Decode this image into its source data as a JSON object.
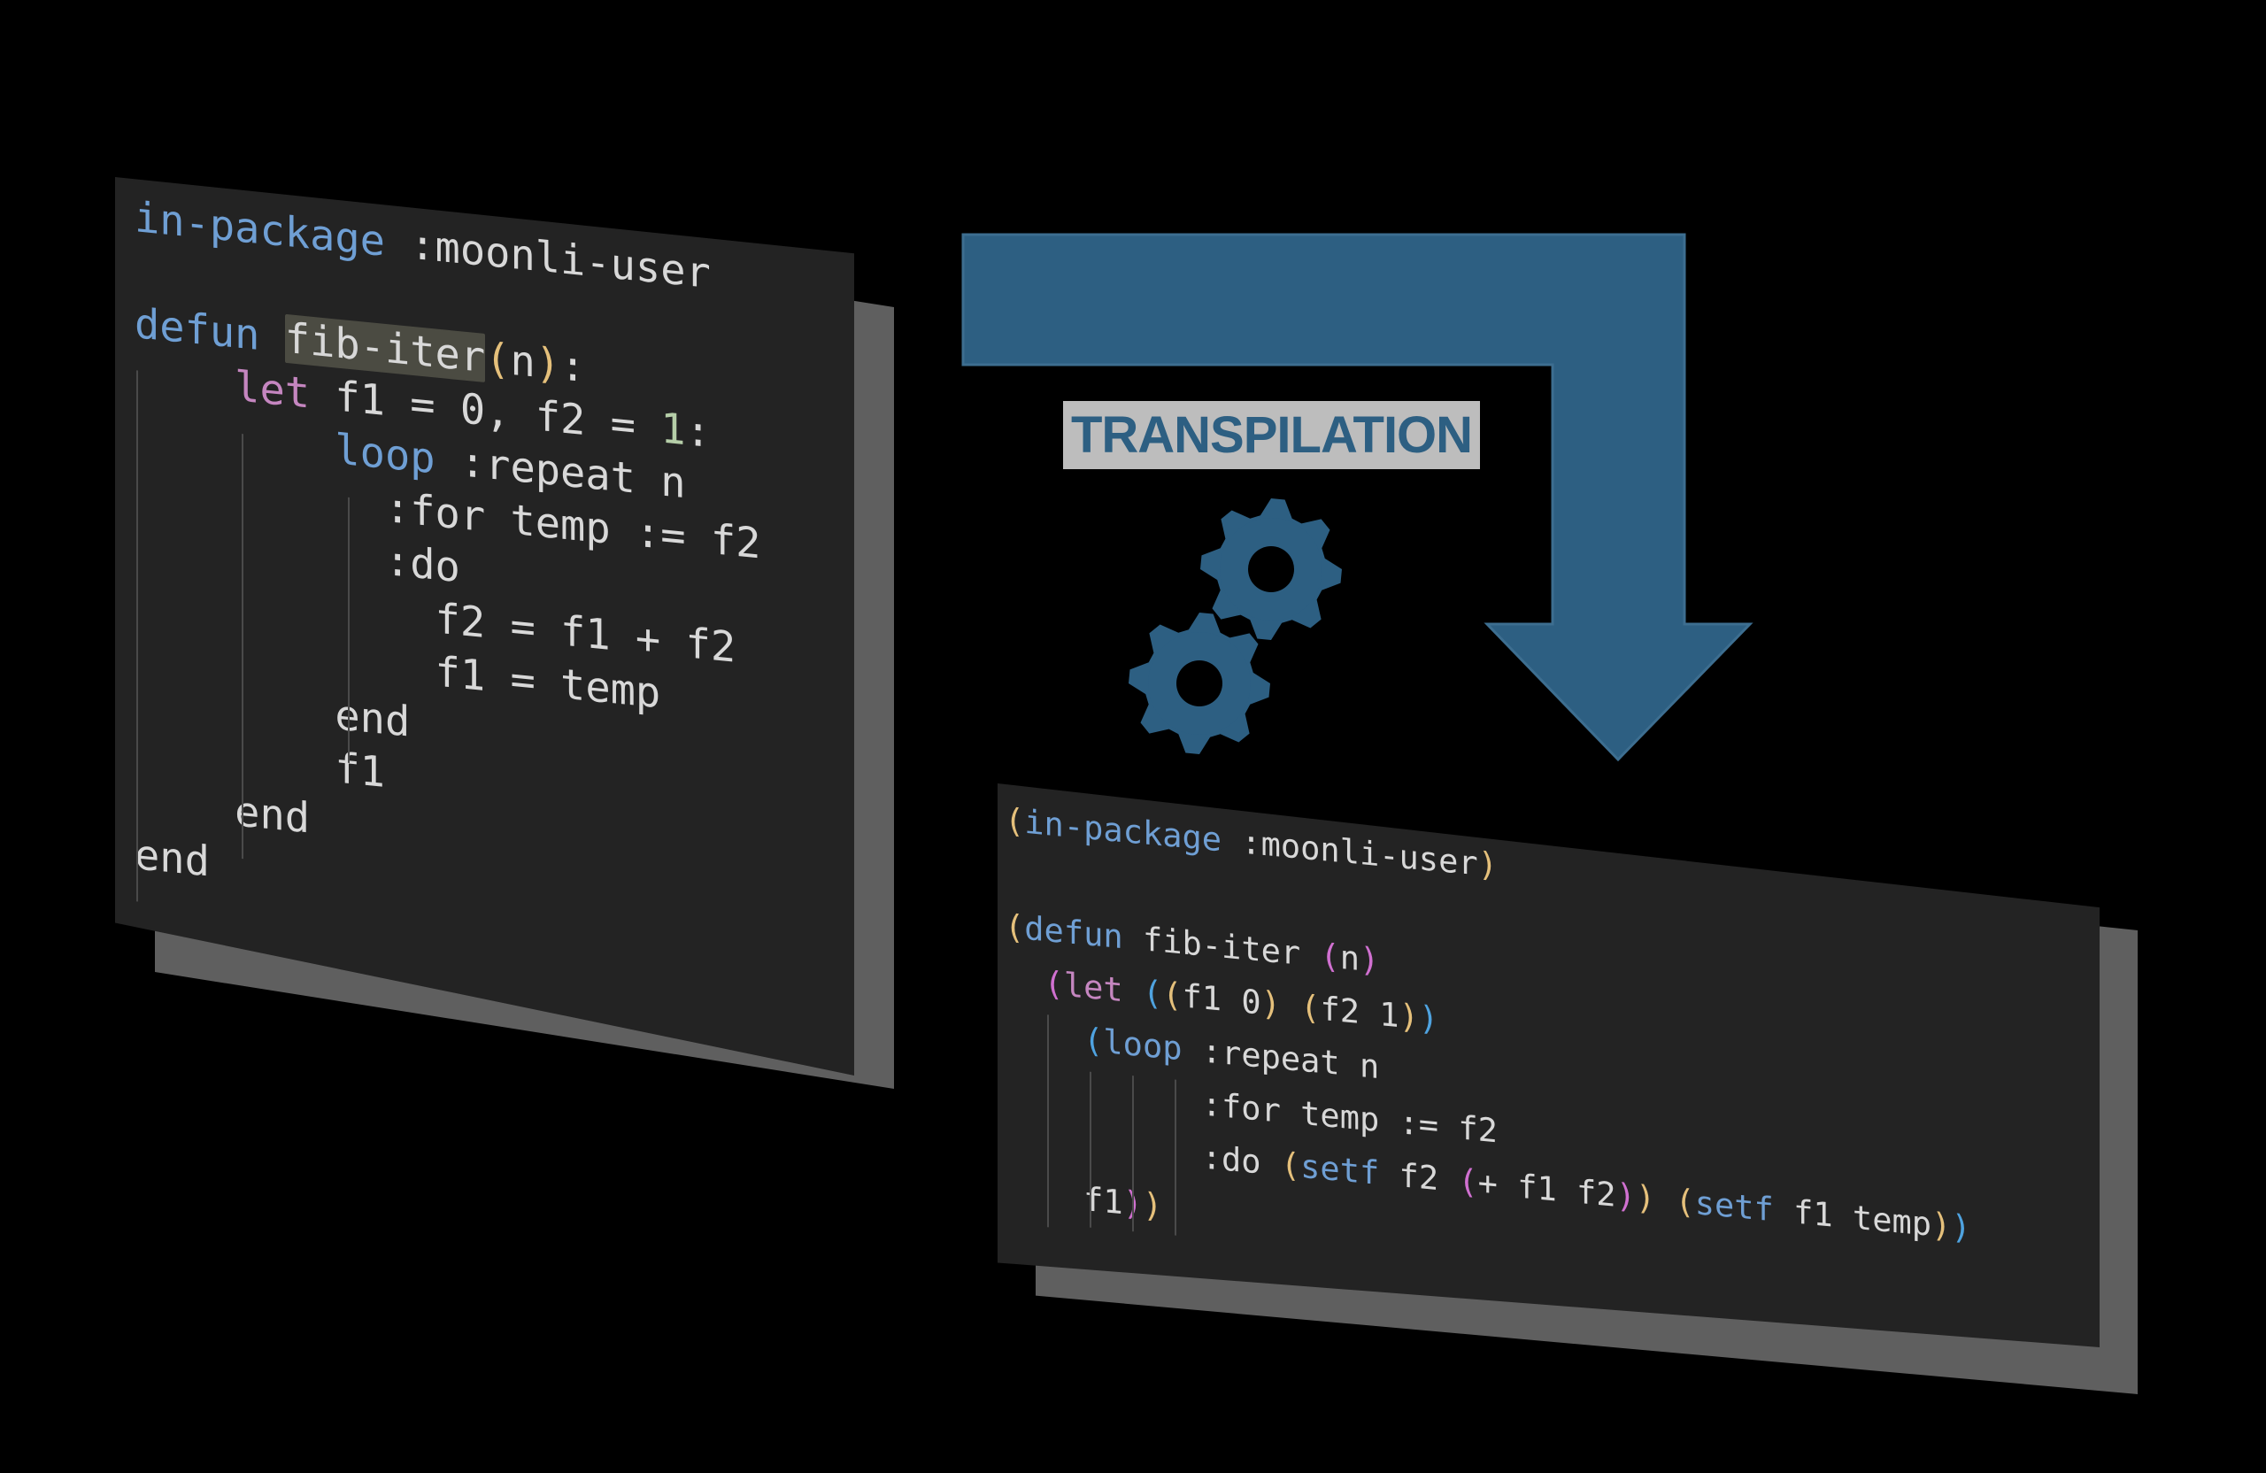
{
  "colors": {
    "background": "#000000",
    "panel": "#232323",
    "shadow": "#5f5f5f",
    "keyword_blue": "#6f9fd4",
    "keyword_purple": "#c586c0",
    "default_text": "#d8d8d8",
    "number": "#b5cea8",
    "paren_gold": "#e5c07b",
    "paren_magenta": "#d070d0",
    "paren_blue": "#4fa3e0",
    "arrow": "#2d5f82",
    "gear": "#2d5f82",
    "label_bg": "#bdbdbd"
  },
  "source_code": {
    "lines": [
      {
        "tokens": [
          {
            "t": "in-package",
            "c": "keyword_blue"
          },
          {
            "t": " :moonli-user",
            "c": "default_text"
          }
        ]
      },
      {
        "tokens": []
      },
      {
        "tokens": [
          {
            "t": "defun",
            "c": "keyword_blue"
          },
          {
            "t": " ",
            "c": "default_text"
          },
          {
            "t": "fib-iter",
            "c": "default_text",
            "hl": true
          },
          {
            "t": "(",
            "c": "paren_gold"
          },
          {
            "t": "n",
            "c": "default_text"
          },
          {
            "t": ")",
            "c": "paren_gold"
          },
          {
            "t": ":",
            "c": "default_text"
          }
        ]
      },
      {
        "tokens": [
          {
            "t": "    let",
            "c": "keyword_purple"
          },
          {
            "t": " f1 = 0, f2 = ",
            "c": "default_text"
          },
          {
            "t": "1",
            "c": "number"
          },
          {
            "t": ":",
            "c": "default_text"
          }
        ]
      },
      {
        "tokens": [
          {
            "t": "        loop",
            "c": "keyword_blue"
          },
          {
            "t": " :repeat n",
            "c": "default_text"
          }
        ]
      },
      {
        "tokens": [
          {
            "t": "          :for temp := f2",
            "c": "default_text"
          }
        ]
      },
      {
        "tokens": [
          {
            "t": "          :do",
            "c": "default_text"
          }
        ]
      },
      {
        "tokens": [
          {
            "t": "            f2 = f1 + f2",
            "c": "default_text"
          }
        ]
      },
      {
        "tokens": [
          {
            "t": "            f1 = temp",
            "c": "default_text"
          }
        ]
      },
      {
        "tokens": [
          {
            "t": "        end",
            "c": "default_text"
          }
        ]
      },
      {
        "tokens": [
          {
            "t": "        f1",
            "c": "default_text"
          }
        ]
      },
      {
        "tokens": [
          {
            "t": "    end",
            "c": "default_text"
          }
        ]
      },
      {
        "tokens": [
          {
            "t": "end",
            "c": "default_text"
          }
        ]
      }
    ]
  },
  "target_code": {
    "lines": [
      {
        "tokens": [
          {
            "t": "(",
            "c": "paren_gold"
          },
          {
            "t": "in-package",
            "c": "keyword_blue"
          },
          {
            "t": " :moonli-user",
            "c": "default_text"
          },
          {
            "t": ")",
            "c": "paren_gold"
          }
        ]
      },
      {
        "tokens": []
      },
      {
        "tokens": [
          {
            "t": "(",
            "c": "paren_gold"
          },
          {
            "t": "defun",
            "c": "keyword_blue"
          },
          {
            "t": " fib-iter ",
            "c": "default_text"
          },
          {
            "t": "(",
            "c": "paren_magenta"
          },
          {
            "t": "n",
            "c": "default_text"
          },
          {
            "t": ")",
            "c": "paren_magenta"
          }
        ]
      },
      {
        "tokens": [
          {
            "t": "  (",
            "c": "paren_magenta"
          },
          {
            "t": "let",
            "c": "keyword_purple"
          },
          {
            "t": " ",
            "c": "default_text"
          },
          {
            "t": "(",
            "c": "paren_blue"
          },
          {
            "t": "(",
            "c": "paren_gold"
          },
          {
            "t": "f1 0",
            "c": "default_text"
          },
          {
            "t": ")",
            "c": "paren_gold"
          },
          {
            "t": " ",
            "c": "default_text"
          },
          {
            "t": "(",
            "c": "paren_gold"
          },
          {
            "t": "f2 1",
            "c": "default_text"
          },
          {
            "t": ")",
            "c": "paren_gold"
          },
          {
            "t": ")",
            "c": "paren_blue"
          }
        ]
      },
      {
        "tokens": [
          {
            "t": "    (",
            "c": "paren_blue"
          },
          {
            "t": "loop",
            "c": "keyword_blue"
          },
          {
            "t": " :repeat n",
            "c": "default_text"
          }
        ]
      },
      {
        "tokens": [
          {
            "t": "          :for temp := f2",
            "c": "default_text"
          }
        ]
      },
      {
        "tokens": [
          {
            "t": "          :do ",
            "c": "default_text"
          },
          {
            "t": "(",
            "c": "paren_gold"
          },
          {
            "t": "setf",
            "c": "keyword_blue"
          },
          {
            "t": " f2 ",
            "c": "default_text"
          },
          {
            "t": "(",
            "c": "paren_magenta"
          },
          {
            "t": "+ f1 f2",
            "c": "default_text"
          },
          {
            "t": ")",
            "c": "paren_magenta"
          },
          {
            "t": ")",
            "c": "paren_gold"
          },
          {
            "t": " ",
            "c": "default_text"
          },
          {
            "t": "(",
            "c": "paren_gold"
          },
          {
            "t": "setf",
            "c": "keyword_blue"
          },
          {
            "t": " f1 temp",
            "c": "default_text"
          },
          {
            "t": ")",
            "c": "paren_gold"
          },
          {
            "t": ")",
            "c": "paren_blue"
          }
        ]
      },
      {
        "tokens": [
          {
            "t": "    f1",
            "c": "default_text"
          },
          {
            "t": ")",
            "c": "paren_magenta"
          },
          {
            "t": ")",
            "c": "paren_gold"
          }
        ]
      }
    ]
  },
  "arrow": {
    "label": "TRANSPILATION",
    "icon": "gears-icon"
  }
}
